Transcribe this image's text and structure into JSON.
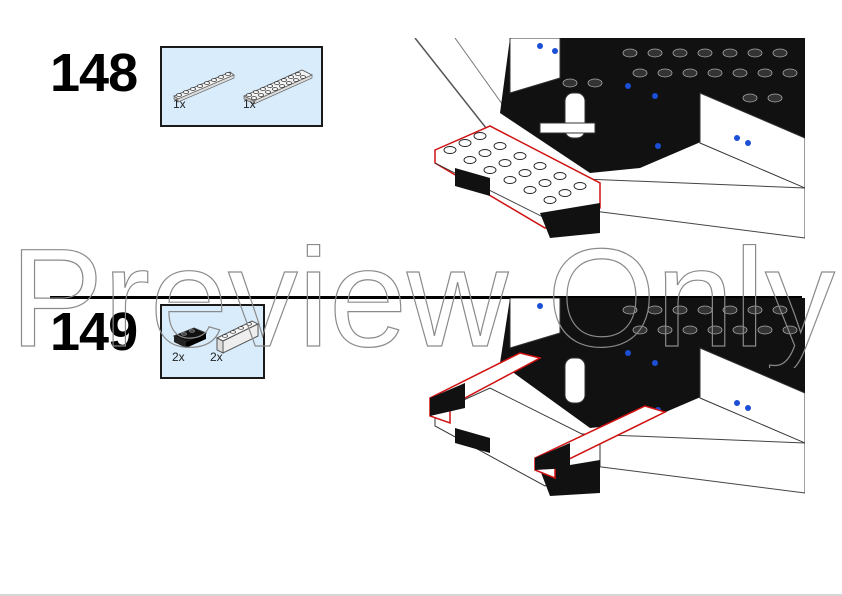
{
  "steps": [
    {
      "number": "148",
      "parts": [
        {
          "name": "plate-1x8-white",
          "qty": "1x"
        },
        {
          "name": "plate-2x8-white",
          "qty": "1x"
        }
      ],
      "highlight_color": "#d01010"
    },
    {
      "number": "149",
      "parts": [
        {
          "name": "technic-brick-with-axle-black",
          "qty": "2x"
        },
        {
          "name": "brick-1x4-white",
          "qty": "2x"
        }
      ],
      "highlight_color": "#d01010"
    }
  ],
  "watermark": {
    "text": "Preview Only"
  },
  "colors": {
    "parts_box_bg": "#d9ecfb",
    "brick_black": "#111111",
    "brick_white": "#ffffff",
    "accent_blue": "#1a4fd6"
  }
}
